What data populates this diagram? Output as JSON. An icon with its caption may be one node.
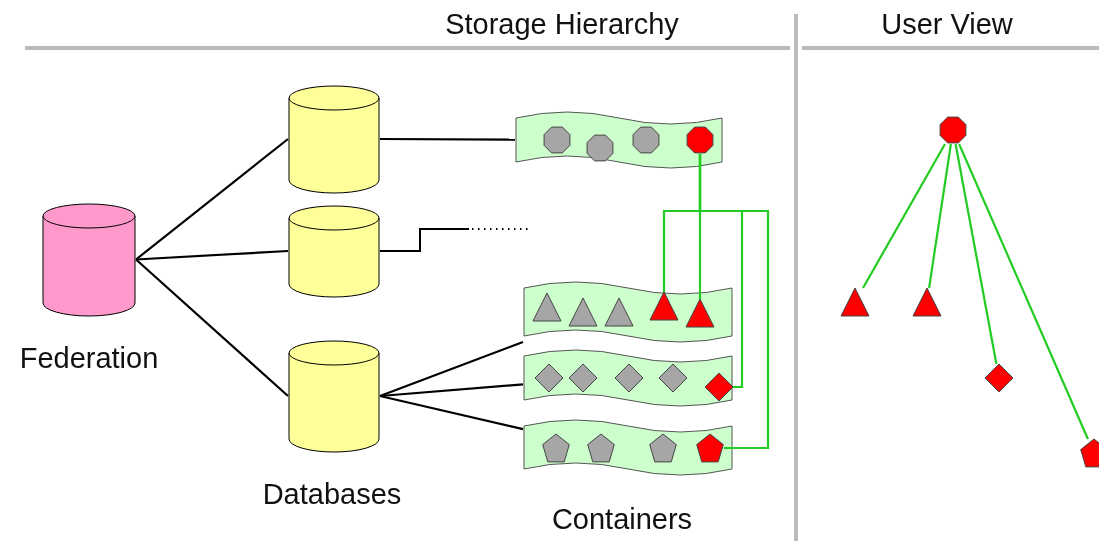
{
  "diagram": {
    "nodes": [
      {
        "text": [],
        "shape": "cylinder",
        "beside": [
          "Federation"
        ]
      },
      {
        "text": [],
        "shape": "cylinder"
      },
      {
        "text": [],
        "shape": "cylinder"
      },
      {
        "text": [],
        "shape": "cylinder"
      },
      {
        "text": [],
        "shape": "banner"
      },
      {
        "text": [],
        "shape": "octagon",
        "in": 4
      },
      {
        "text": [],
        "shape": "octagon",
        "in": 4
      },
      {
        "text": [],
        "shape": "octagon",
        "in": 4
      },
      {
        "text": [],
        "shape": "octagon",
        "in": 4
      },
      {
        "text": [],
        "shape": "banner"
      },
      {
        "text": [],
        "shape": "triangle",
        "in": 9
      },
      {
        "text": [],
        "shape": "triangle",
        "in": 9
      },
      {
        "text": [],
        "shape": "triangle",
        "in": 9
      },
      {
        "text": [],
        "shape": "triangle",
        "in": 9
      },
      {
        "text": [],
        "shape": "triangle",
        "in": 9
      },
      {
        "text": [],
        "shape": "banner"
      },
      {
        "text": [],
        "shape": "diamond",
        "in": 15
      },
      {
        "text": [],
        "shape": "diamond",
        "in": 15
      },
      {
        "text": [],
        "shape": "diamond",
        "in": 15
      },
      {
        "text": [],
        "shape": "diamond",
        "in": 15
      },
      {
        "text": [],
        "shape": "diamond",
        "in": 15
      },
      {
        "text": [],
        "shape": "banner"
      },
      {
        "text": [],
        "shape": "pentagon",
        "in": 21
      },
      {
        "text": [],
        "shape": "pentagon",
        "in": 21
      },
      {
        "text": [],
        "shape": "pentagon",
        "in": 21
      },
      {
        "text": [],
        "shape": "pentagon",
        "in": 21
      },
      {
        "text": [],
        "shape": "octagon"
      },
      {
        "text": [],
        "shape": "triangle"
      },
      {
        "text": [],
        "shape": "triangle"
      },
      {
        "text": [],
        "shape": "diamond"
      },
      {
        "text": [],
        "shape": "pentagon"
      }
    ],
    "edges": [
      {
        "from": 0,
        "to": 1,
        "arrow": "none"
      },
      {
        "from": 0,
        "to": 2,
        "arrow": "none"
      },
      {
        "from": 0,
        "to": 3,
        "arrow": "none"
      },
      {
        "from": 1,
        "to": 4,
        "arrow": "none"
      },
      {
        "from": 2,
        "to": null,
        "arrow": "none",
        "style": "dashed"
      },
      {
        "from": 3,
        "to": 9,
        "arrow": "none"
      },
      {
        "from": 3,
        "to": 15,
        "arrow": "none"
      },
      {
        "from": 3,
        "to": 21,
        "arrow": "none"
      },
      {
        "from": 8,
        "to": 13,
        "arrow": "none",
        "color": "#22cc22"
      },
      {
        "from": 8,
        "to": 14,
        "arrow": "none",
        "color": "#22cc22"
      },
      {
        "from": 8,
        "to": 20,
        "arrow": "none",
        "color": "#22cc22"
      },
      {
        "from": 8,
        "to": 25,
        "arrow": "none",
        "color": "#22cc22"
      },
      {
        "from": 26,
        "to": 27,
        "arrow": "none",
        "color": "#22cc22"
      },
      {
        "from": 26,
        "to": 28,
        "arrow": "none",
        "color": "#22cc22"
      },
      {
        "from": 26,
        "to": 29,
        "arrow": "none",
        "color": "#22cc22"
      },
      {
        "from": 26,
        "to": 30,
        "arrow": "none",
        "color": "#22cc22"
      }
    ],
    "labels": [
      "Storage Hierarchy",
      "User View",
      "Databases",
      "Containers"
    ]
  }
}
